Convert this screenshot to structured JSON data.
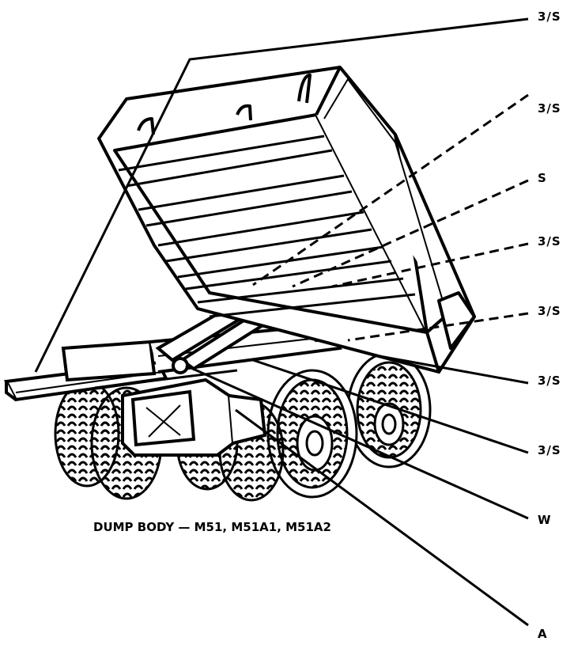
{
  "caption": "DUMP BODY — M51, M51A1, M51A2",
  "callouts": [
    {
      "label": "3/S",
      "line": "solid"
    },
    {
      "label": "3/S",
      "line": "dashed"
    },
    {
      "label": "S",
      "line": "dashed"
    },
    {
      "label": "3/S",
      "line": "dashed"
    },
    {
      "label": "3/S",
      "line": "dashed"
    },
    {
      "label": "3/S",
      "line": "solid"
    },
    {
      "label": "3/S",
      "line": "solid"
    },
    {
      "label": "W",
      "line": "solid"
    },
    {
      "label": "A",
      "line": "solid"
    }
  ],
  "colors": {
    "ink": "#000000",
    "paper": "#ffffff"
  }
}
